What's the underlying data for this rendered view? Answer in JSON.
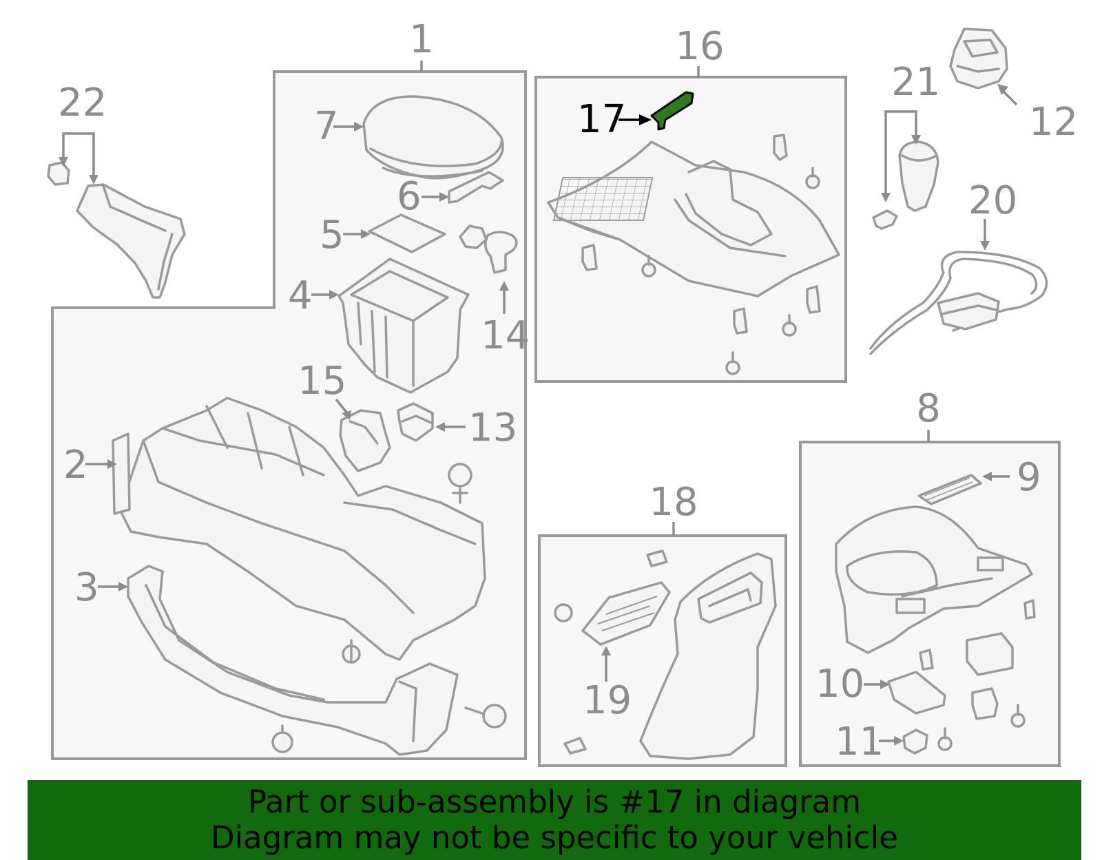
{
  "diagram": {
    "highlighted_part": "17",
    "callouts": {
      "c1": "1",
      "c2": "2",
      "c3": "3",
      "c4": "4",
      "c5": "5",
      "c6": "6",
      "c7": "7",
      "c8": "8",
      "c9": "9",
      "c10": "10",
      "c11": "11",
      "c12": "12",
      "c13": "13",
      "c14": "14",
      "c15": "15",
      "c16": "16",
      "c17": "17",
      "c18": "18",
      "c19": "19",
      "c20": "20",
      "c21": "21",
      "c22": "22"
    },
    "colors": {
      "highlight": "#2d7a1f",
      "banner": "#116b0d",
      "outline": "#9a9a9a"
    }
  },
  "banner": {
    "line1": "Part or sub-assembly is #17 in diagram",
    "line2": "Diagram may not be specific to your vehicle"
  }
}
